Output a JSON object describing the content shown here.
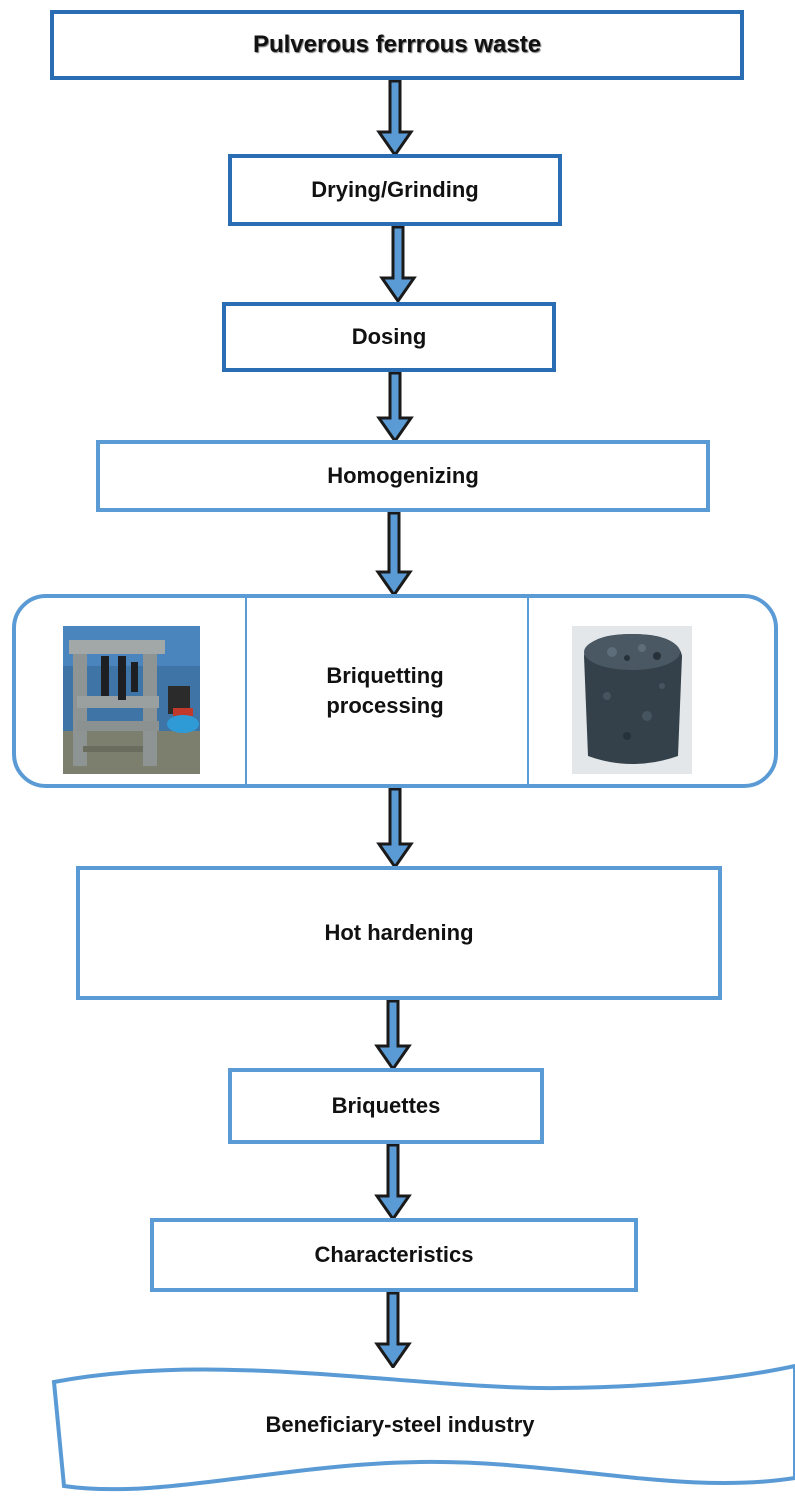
{
  "steps": {
    "pulverous": "Pulverous ferrrous waste",
    "drying": "Drying/Grinding",
    "dosing": "Dosing",
    "homogenizing": "Homogenizing",
    "briquetting_line1": "Briquetting",
    "briquetting_line2": "processing",
    "hot_hardening": "Hot hardening",
    "briquettes": "Briquettes",
    "characteristics": "Characteristics",
    "beneficiary": "Beneficiary-steel industry"
  },
  "colors": {
    "dark_border": "#2a6db3",
    "light_border": "#5b9bd5",
    "arrow_fill": "#5b9bd5",
    "arrow_outline": "#1a1a1a"
  },
  "images": {
    "left": "briquetting-press-photo",
    "right": "briquette-sample-photo"
  }
}
